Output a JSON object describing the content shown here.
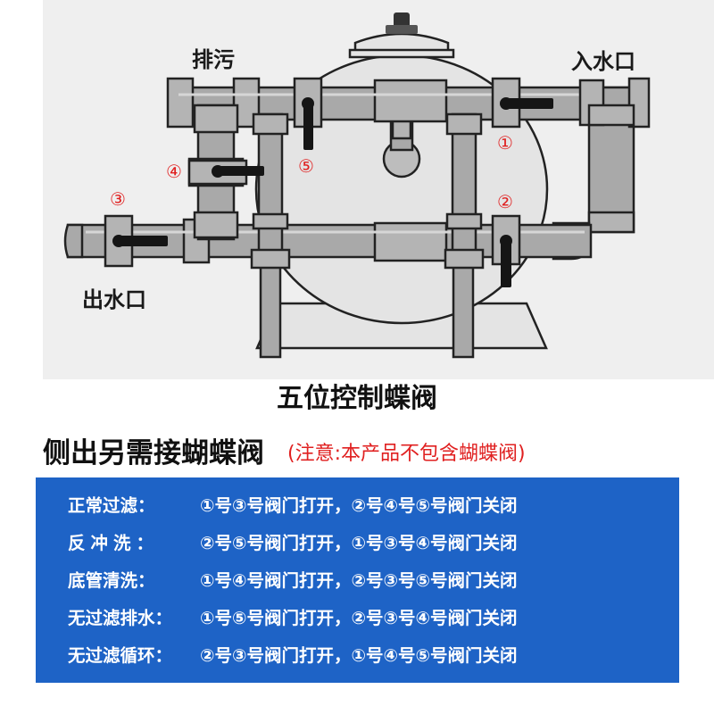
{
  "diagram": {
    "labels": {
      "drain": "排污",
      "inlet": "入水口",
      "outlet": "出水口"
    },
    "valve_numbers": [
      "①",
      "②",
      "③",
      "④",
      "⑤"
    ],
    "caption": "五位控制蝶阀"
  },
  "subtitle": "侧出另需接蝴蝶阀",
  "note": "(注意:本产品不包含蝴蝶阀)",
  "modes": [
    {
      "name": "正常过滤：",
      "open": "①号③号阀门打开，",
      "closed": "②号④号⑤号阀门关闭"
    },
    {
      "name": "反冲洗：",
      "open": "②号⑤号阀门打开，",
      "closed": "①号③号④号阀门关闭"
    },
    {
      "name": "底管清洗：",
      "open": "①号④号阀门打开，",
      "closed": "②号③号⑤号阀门关闭"
    },
    {
      "name": "无过滤排水：",
      "open": "①号⑤号阀门打开，",
      "closed": "②号③号④号阀门关闭"
    },
    {
      "name": "无过滤循环：",
      "open": "②号③号阀门打开，",
      "closed": "①号④号⑤号阀门关闭"
    }
  ],
  "colors": {
    "panel_blue": "#1e63c6",
    "valve_number_red": "#e02020",
    "pipe_gray": "#a9a9a9"
  }
}
